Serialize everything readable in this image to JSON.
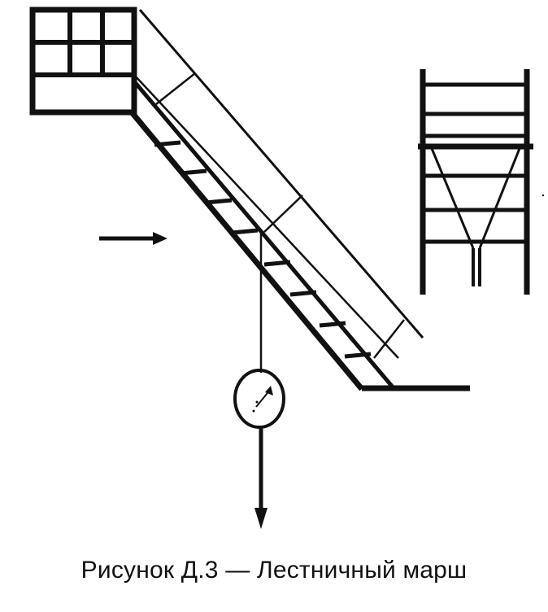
{
  "figure": {
    "caption": "Рисунок Д.3 — Лестничный марш"
  },
  "colors": {
    "ink": "#111111",
    "background": "#ffffff"
  },
  "parts": {
    "top_landing": "landing-grid",
    "stair_flight": "stair-flight",
    "side_view": "stair-side-view",
    "force_arrow": "horizontal-arrow",
    "load_indicator": "dynamometer-dial",
    "load_arrow": "downward-arrow"
  }
}
